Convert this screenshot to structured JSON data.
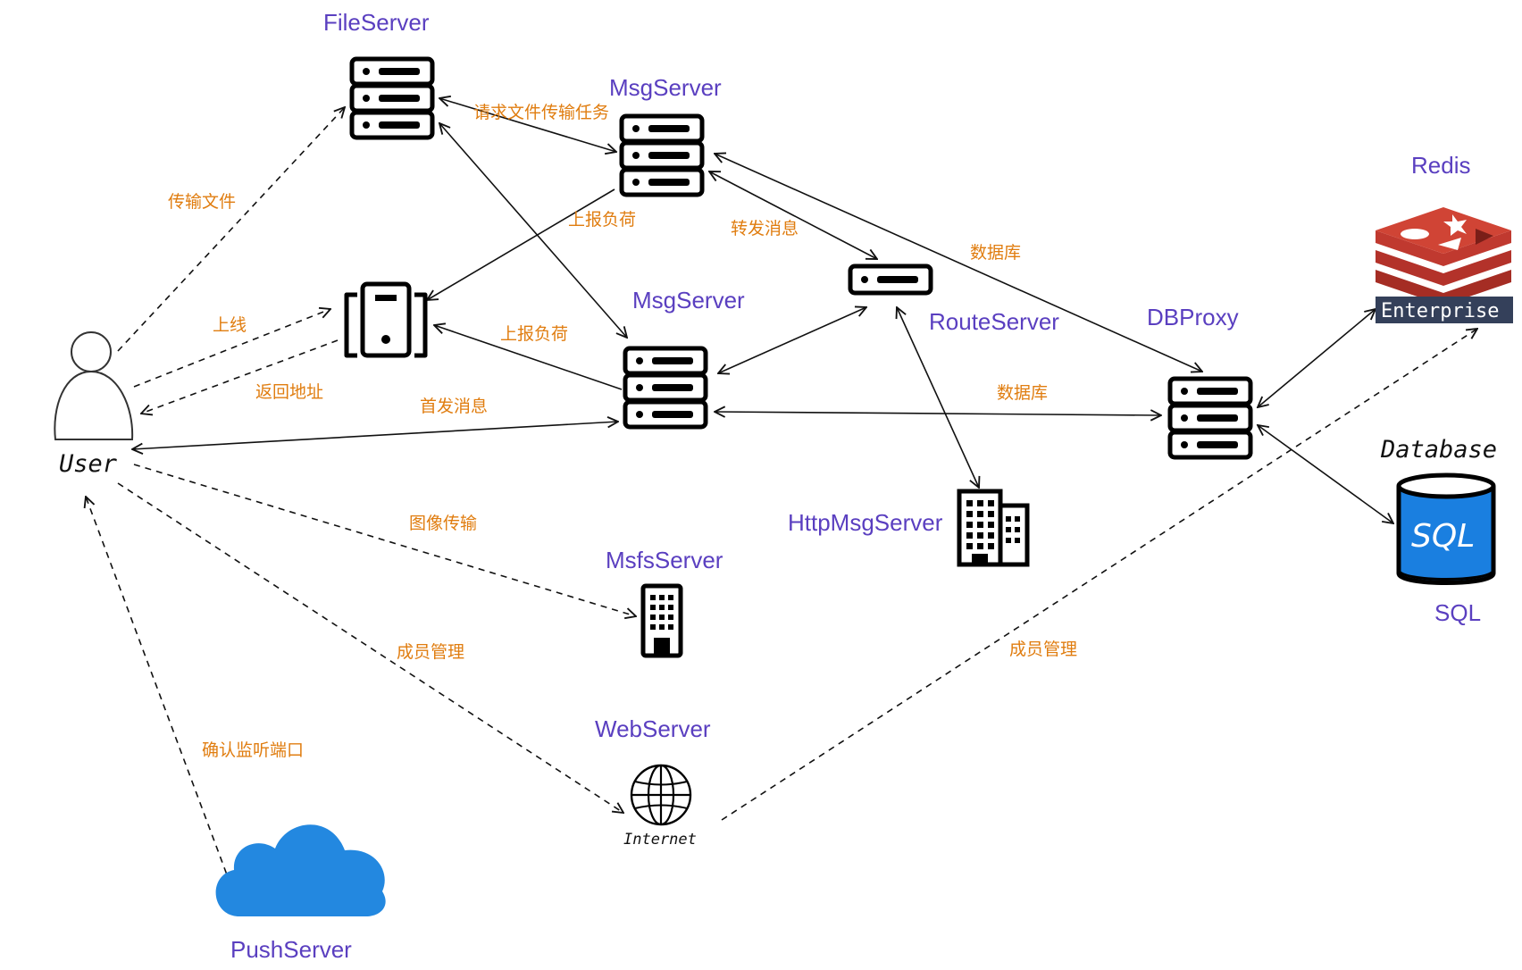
{
  "nodes": {
    "file_server": "FileServer",
    "msg_server_top": "MsgServer",
    "msg_server_mid": "MsgServer",
    "route_server": "RouteServer",
    "db_proxy": "DBProxy",
    "http_msg_server": "HttpMsgServer",
    "msfs_server": "MsfsServer",
    "web_server": "WebServer",
    "push_server": "PushServer",
    "redis": "Redis",
    "sql": "SQL",
    "user": "User"
  },
  "badges": {
    "enterprise": "Enterprise",
    "database": "Database",
    "sql_badge": "SQL",
    "internet": "Internet"
  },
  "edges": {
    "user_fileserver": "传输文件",
    "fileserver_msgserver": "请求文件传输任务",
    "msg_top_login": "上报负荷",
    "msg_mid_login": "上报负荷",
    "user_login_online": "上线",
    "login_user_return": "返回地址",
    "user_msg_first": "首发消息",
    "msg_route_forward": "转发消息",
    "msg_top_db": "数据库",
    "msg_mid_db": "数据库",
    "user_msfs": "图像传输",
    "user_web_member": "成员管理",
    "web_redis_member": "成员管理",
    "push_user_port": "确认监听端口"
  },
  "icons": [
    "server-rack-icon",
    "building-icon",
    "globe-icon",
    "cloud-icon",
    "redis-logo-icon",
    "database-cylinder-icon",
    "person-icon"
  ],
  "colors": {
    "node_title": "#5a3fc0",
    "edge_label": "#e07d10",
    "redis_red": "#c53a2f",
    "cloud_blue": "#2388e0",
    "sql_blue": "#1a7fe0",
    "enterprise_bg": "#34405a"
  }
}
